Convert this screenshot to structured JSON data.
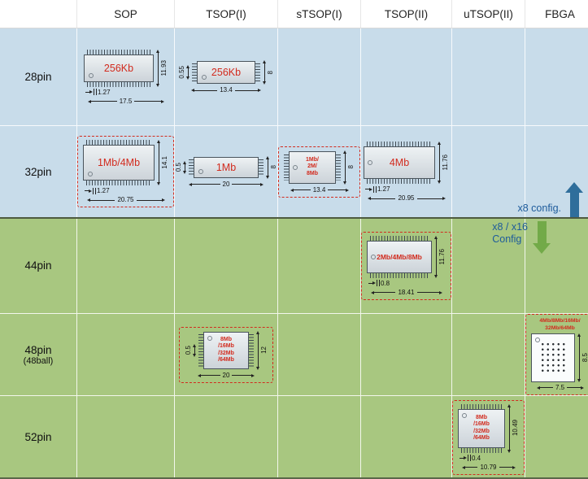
{
  "columns": [
    "SOP",
    "TSOP(I)",
    "sTSOP(I)",
    "TSOP(II)",
    "uTSOP(II)",
    "FBGA"
  ],
  "rows": {
    "r28": "28pin",
    "r32": "32pin",
    "r44": "44pin",
    "r48": "48pin",
    "r48sub": "(48ball)",
    "r52": "52pin"
  },
  "annotations": {
    "x8": "x8 config.",
    "x8x16_1": "x8 / x16",
    "x8x16_2": "Config"
  },
  "chips": {
    "sop28": {
      "label": "256Kb",
      "h": "11.93",
      "pitch": "1.27",
      "w": "17.5"
    },
    "tsop1_28": {
      "label": "256Kb",
      "t": "0.55",
      "h": "8",
      "w": "13.4"
    },
    "sop32": {
      "label": "1Mb/4Mb",
      "h": "14.1",
      "pitch": "1.27",
      "w": "20.75"
    },
    "tsop1_32": {
      "label": "1Mb",
      "t": "0.5",
      "h": "8",
      "w": "20"
    },
    "stsop1_32": {
      "l1": "1Mb/",
      "l2": "2M/",
      "l3": "8Mb",
      "h": "8",
      "w": "13.4"
    },
    "tsop2_32": {
      "label": "4Mb",
      "h": "11.76",
      "pitch": "1.27",
      "w": "20.95"
    },
    "tsop2_44": {
      "label": "2Mb/4Mb/8Mb",
      "h": "11.76",
      "pitch": "0.8",
      "w": "18.41"
    },
    "tsop1_48": {
      "l1": "8Mb",
      "l2": "/16Mb",
      "l3": "/32Mb",
      "l4": "/64Mb",
      "t": "0.5",
      "h": "12",
      "w": "20"
    },
    "fbga48": {
      "l1": "4Mb/8Mb/16Mb/",
      "l2": "32Mb/64Mb",
      "h": "8.5",
      "w": "7.5"
    },
    "utsop2_52": {
      "l1": "8Mb",
      "l2": "/16Mb",
      "l3": "/32Mb",
      "l4": "/64Mb",
      "h": "10.49",
      "pitch": "0.4",
      "w": "10.79"
    }
  },
  "colors": {
    "blue_region": "#c8dcea",
    "green_region": "#a8c780",
    "chip_red": "#d22b1e",
    "annot_blue": "#1d5b9b",
    "arrow_blue": "#2f6e9b",
    "arrow_green": "#72aa48"
  }
}
